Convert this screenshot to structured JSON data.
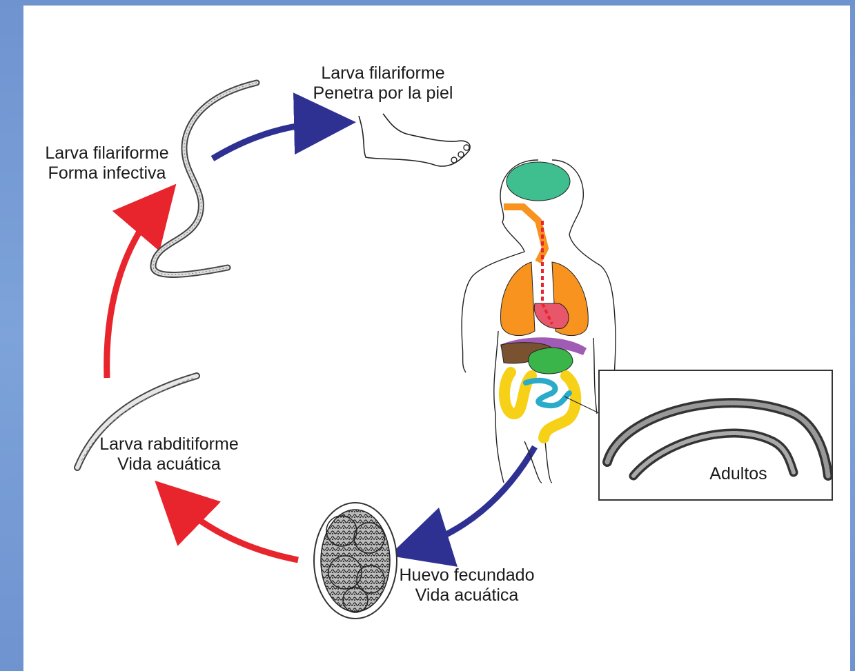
{
  "labels": {
    "foot": {
      "line1": "Larva filariforme",
      "line2": "Penetra por la piel"
    },
    "infective": {
      "line1": "Larva filariforme",
      "line2": "Forma infectiva"
    },
    "rhabditiform": {
      "line1": "Larva rabditiforme",
      "line2": "Vida acuática"
    },
    "egg": {
      "line1": "Huevo fecundado",
      "line2": "Vida acuática"
    },
    "adults": "Adultos"
  },
  "colors": {
    "blue_arrow": "#2e3192",
    "red_arrow": "#e8252d",
    "frame_blue": "#7da3da",
    "brain": "#3fbf8f",
    "lungs": "#f7931e",
    "heart": "#e8566b",
    "liver": "#7a5230",
    "stomach": "#39b54a",
    "small_intestine": "#29abc9",
    "large_intestine": "#f7d117",
    "diaphragm": "#a05bb5"
  }
}
